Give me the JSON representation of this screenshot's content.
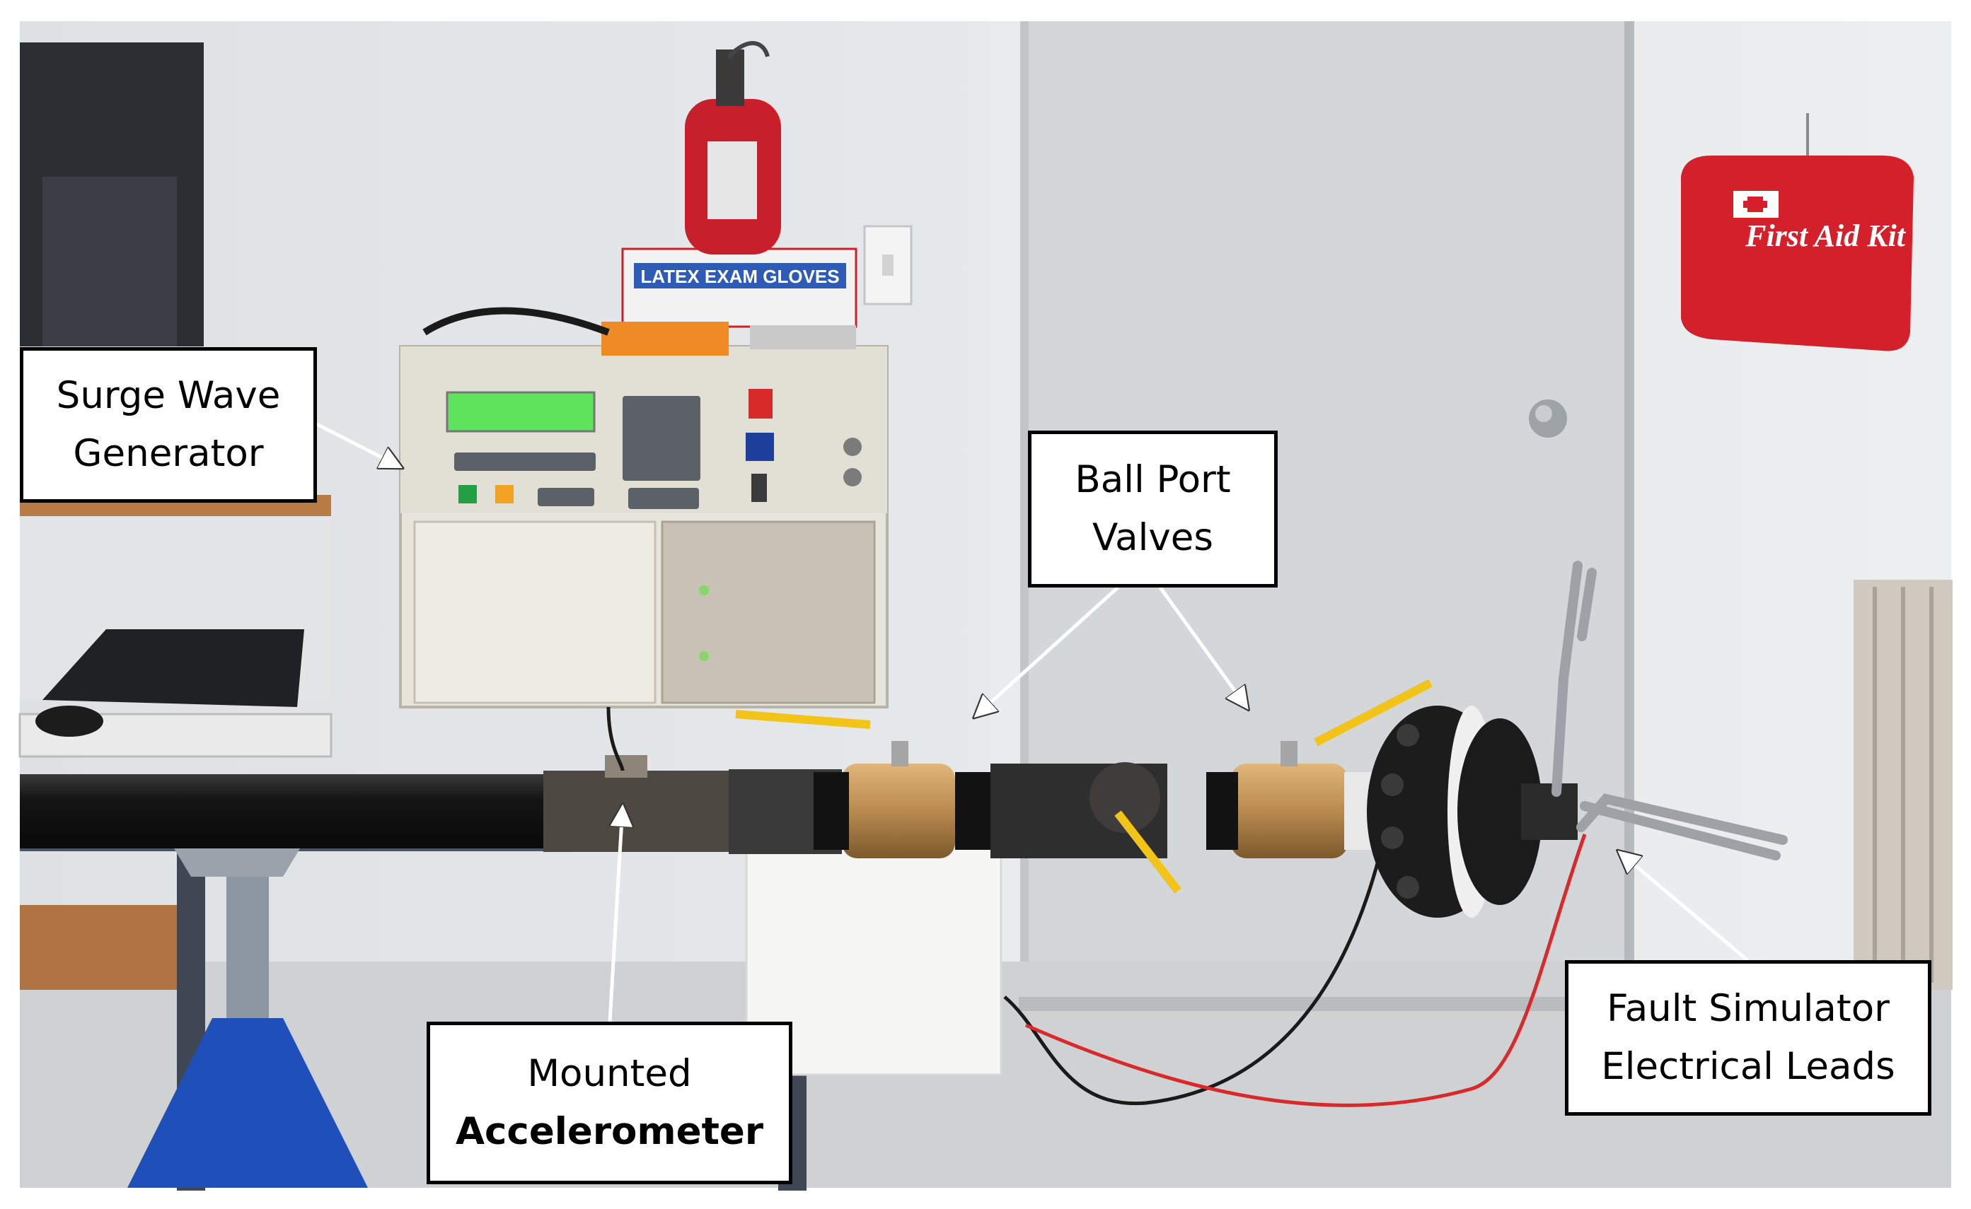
{
  "labels": {
    "surge_wave_generator": [
      "Surge Wave",
      "Generator"
    ],
    "ball_port_valves": [
      "Ball Port",
      "Valves"
    ],
    "mounted_accelerometer": [
      "Mounted",
      "Accelerometer"
    ],
    "fault_simulator_leads": [
      "Fault Simulator",
      "Electrical Leads"
    ]
  },
  "scene_text": {
    "first_aid_kit": "First Aid Kit",
    "glove_box": "LATEX EXAM GLOVES"
  },
  "colors": {
    "wall": "#e6e8ea",
    "door": "#d3d7da",
    "floor": "#cfd1d3",
    "pipe": "#1e1e1e",
    "valve_brass": "#b88a4e",
    "valve_handle": "#f2c318",
    "first_aid_red": "#d4202a",
    "extinguisher_red": "#c8202a",
    "display_green": "#5fe25c",
    "callout_border": "#000000"
  },
  "icons": [
    "arrow-icon",
    "fire-extinguisher-icon",
    "first-aid-kit-icon"
  ]
}
